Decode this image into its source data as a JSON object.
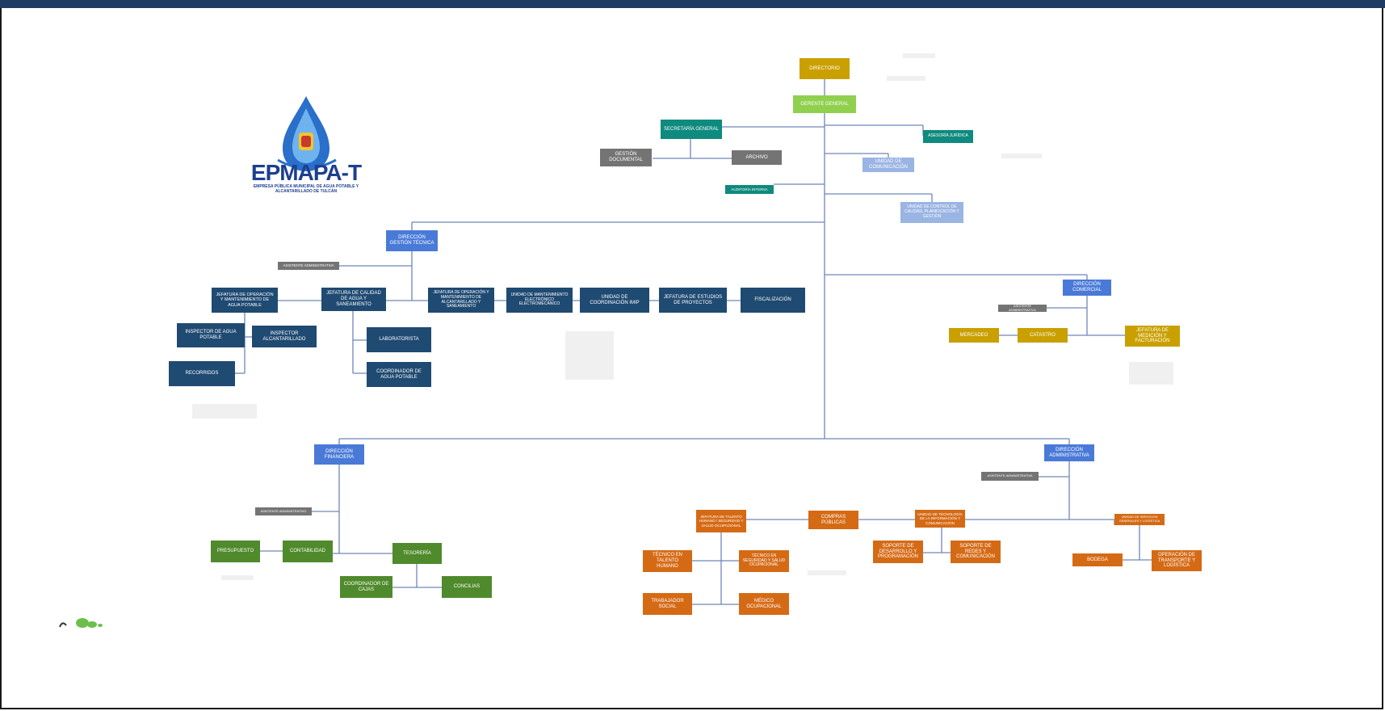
{
  "logo": {
    "name": "EPMAPA-T",
    "subtitle": "EMPRESA PÚBLICA MUNICIPAL DE AGUA POTABLE Y ALCANTARILLADO DE TULCÁN"
  },
  "colors": {
    "gold": "#c9a000",
    "lime": "#8fd14f",
    "teal": "#0f8a7e",
    "gray": "#747474",
    "light_blue": "#9ab4e3",
    "blue": "#4a7ad8",
    "navy": "#1f4a72",
    "green": "#4f8a2c",
    "orange": "#d56a15",
    "connector": "#6f86b8",
    "top_bar": "#1f3b63"
  },
  "nodes": {
    "directorio": "DIRECTORIO",
    "gerente_general": "GERENTE GENERAL",
    "secretaria_general": "SECRETARÍA GENERAL",
    "gestion_documental": "GESTIÓN DOCUMENTAL",
    "archivo": "ARCHIVO",
    "asesoria_juridica": "ASESORÍA JURÍDICA",
    "unidad_comunicacion": "UNIDAD DE COMUNICACIÓN",
    "auditoria_interna": "AUDITORÍA INTERNA",
    "unidad_control_calidad": "UNIDAD DE CONTROL DE CALIDAD, PLANIFICACIÓN Y GESTIÓN",
    "direccion_gestion_tecnica": "DIRECCIÓN GESTIÓN TÉCNICA",
    "asistente_administrativa": "ASISTENTE ADMINISTRATIVA",
    "jefatura_agua_potable": "JEFATURA DE OPERACIÓN Y MANTENIMIENTO DE AGUA POTABLE",
    "jefatura_calidad_agua": "JEFATURA DE CALIDAD DE AGUA Y SANEAMIENTO",
    "jefatura_alcantarillado": "JEFATURA DE OPERACIÓN Y MANTENIMIENTO DE ALCANTARILLADO Y SANEAMIENTO",
    "unidad_electromecanico": "UNIDAD DE MANTENIMIENTO ELECTRÓNICO ELECTROMECÁNICO",
    "unidad_coordinacion_imip": "UNIDAD DE COORDINACIÓN IMIP",
    "jefatura_estudios": "JEFATURA DE ESTUDIOS DE PROYECTOS",
    "fiscalizacion": "FISCALIZACIÓN",
    "inspector_agua": "INSPECTOR DE AGUA POTABLE",
    "inspector_alcantarillado": "INSPECTOR ALCANTARILLADO",
    "recorridos": "RECORRIDOS",
    "laboratorista": "LABORATORISTA",
    "coordinador_agua": "COORDINADOR DE AGUA POTABLE",
    "direccion_comercial": "DIRECCIÓN COMERCIAL",
    "asistente_comercial": "ASISTENTE ADMINISTRATIVO",
    "mercadeo": "MERCADEO",
    "catastro": "CATASTRO",
    "jefatura_medicion": "JEFATURA DE MEDICIÓN Y FACTURACIÓN",
    "direccion_financiera": "DIRECCIÓN FINANCIERA",
    "asistente_financiera": "ASISTENTE ADMINISTRATIVO",
    "presupuesto": "PRESUPUESTO",
    "contabilidad": "CONTABILIDAD",
    "tesoreria": "TESORERÍA",
    "coordinador_cajas": "COORDINADOR DE CAJAS",
    "conciliaciones": "CONCILIAS",
    "direccion_administrativa": "DIRECCIÓN ADMINISTRATIVA",
    "asistente_administrativa_adm": "ASISTENTE ADMINISTRATIVA",
    "jefatura_talento_humano": "JEFATURA DE TALENTO HUMANO / SEGURIDAD Y SALUD OCUPACIONAL",
    "compras_publicas": "COMPRAS PÚBLICAS",
    "unidad_tecnologia": "UNIDAD DE TECNOLOGÍA DE LA INFORMACIÓN Y COMUNICACIÓN",
    "unidad_servicios_generales": "UNIDAD DE SERVICIOS GENERALES Y LOGÍSTICA",
    "tecnico_talento_humano": "TÉCNICO EN TALENTO HUMANO",
    "tecnico_seguridad": "TÉCNICO EN SEGURIDAD Y SALUD OCUPACIONAL",
    "trabajador_social": "TRABAJADOR SOCIAL",
    "medico_ocupacional": "MÉDICO OCUPACIONAL",
    "soporte_desarrollo": "SOPORTE DE DESARROLLO Y PROGRAMACIÓN",
    "soporte_redes": "SOPORTE DE REDES Y COMUNICACIÓN",
    "bodega": "BODEGA",
    "operacion_transporte": "OPERACIÓN DE TRANSPORTE Y LOGÍSTICA"
  }
}
